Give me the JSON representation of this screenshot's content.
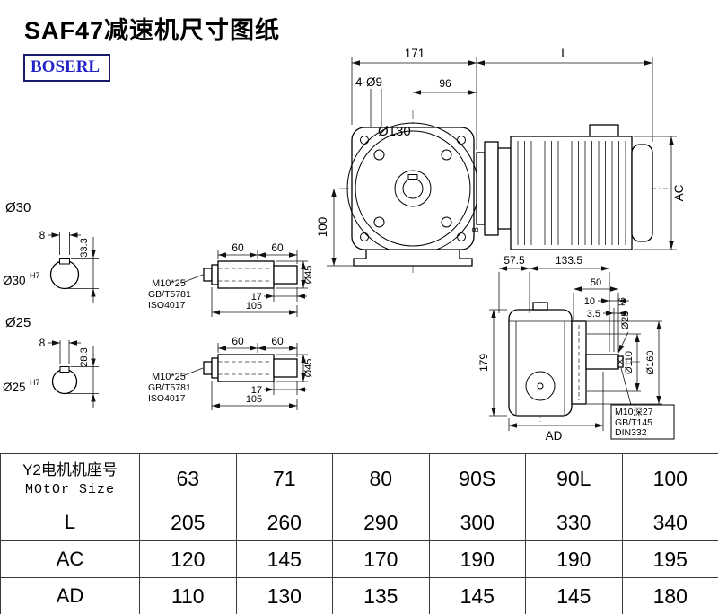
{
  "page": {
    "title": "SAF47减速机尺寸图纸",
    "brand": "BOSERL"
  },
  "front_view": {
    "dim_gear_length": "171",
    "dim_motor_length": "L",
    "dim_bolt_holes": "4-Ø9",
    "dim_flange_offset": "96",
    "dim_flange_dia": "Ø130",
    "dim_axis_height": "100",
    "dim_motor_dia": "AC",
    "dim_gap": "8"
  },
  "shaft30": {
    "dia_label": "Ø30",
    "key_width": "8",
    "key_height": "33.3",
    "bore_fit": "Ø30",
    "bore_tol": "H7"
  },
  "shaft25": {
    "dia_label": "Ø25",
    "key_width": "8",
    "key_height": "28.3",
    "bore_fit": "Ø25",
    "bore_tol": "H7"
  },
  "end_top": {
    "dim_60a": "60",
    "dim_60b": "60",
    "dim_17": "17",
    "dim_105": "105",
    "dim_dia": "Ø45",
    "bolt": "M10*25",
    "std_a": "GB/T5781",
    "std_b": "ISO4017"
  },
  "end_bottom": {
    "dim_60a": "60",
    "dim_60b": "60",
    "dim_17": "17",
    "dim_105": "105",
    "dim_dia": "Ø45",
    "bolt": "M10*25",
    "std_a": "GB/T5781",
    "std_b": "ISO4017"
  },
  "side_view": {
    "dim_57_5": "57.5",
    "dim_133_5": "133.5",
    "dim_50": "50",
    "dim_10": "10",
    "dim_3_5": "3.5",
    "shaft_dia": "Ø25",
    "shaft_tol": "k6",
    "dim_110": "Ø110",
    "dim_160": "Ø160",
    "dim_179": "179",
    "dim_ad": "AD",
    "tap": "M10深27",
    "std_a": "GB/T145",
    "std_b": "DIN332"
  },
  "table": {
    "header_cn": "Y2电机机座号",
    "header_en": "MOtOr Size",
    "sizes": [
      "63",
      "71",
      "80",
      "90S",
      "90L",
      "100"
    ],
    "rows": [
      {
        "label": "L",
        "values": [
          "205",
          "260",
          "290",
          "300",
          "330",
          "340"
        ]
      },
      {
        "label": "AC",
        "values": [
          "120",
          "145",
          "170",
          "190",
          "190",
          "195"
        ]
      },
      {
        "label": "AD",
        "values": [
          "110",
          "130",
          "135",
          "145",
          "145",
          "180"
        ]
      }
    ]
  }
}
